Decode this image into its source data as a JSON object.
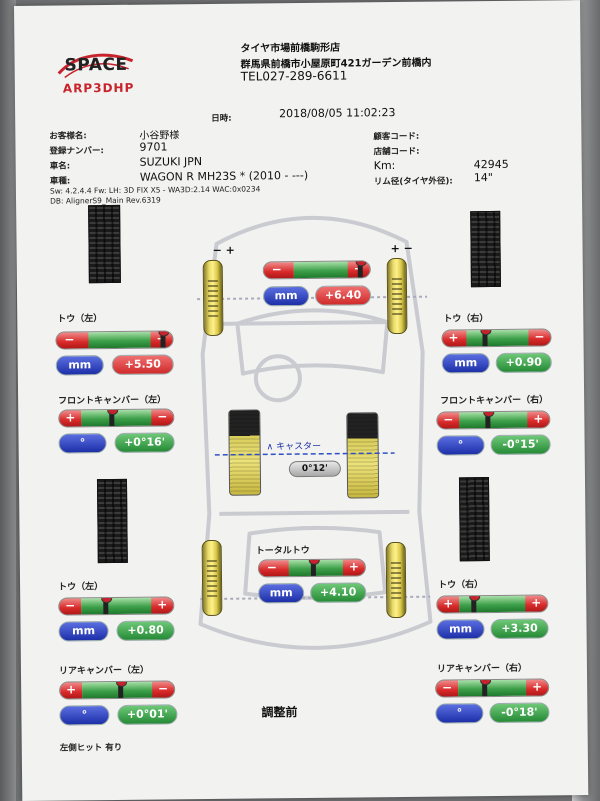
{
  "shop": {
    "logo_main": "SPACE",
    "logo_sub": "ARP3DHP",
    "name": "タイヤ市場前橋駒形店",
    "address": "群馬県前橋市小屋原町421ガーデン前橋内",
    "tel": "TEL027-289-6611"
  },
  "meta": {
    "date_label": "日時:",
    "date_value": "2018/08/05  11:02:23",
    "customer_label": "お客様名:",
    "customer_value": "小谷野様",
    "reg_label": "登録ナンバー:",
    "reg_value": "9701",
    "maker_label": "車名:",
    "maker_value": "SUZUKI JPN",
    "model_label": "車種:",
    "model_value": "WAGON R MH23S * (2010 - ---)",
    "sw_line": "Sw: 4.2.4.4  Fw: LH: 3D FIX X5 - WA3D:2.14 WAC:0x0234",
    "db_line": "DB: AlignerS9_Main Rev.6319",
    "cust_code_label": "顧客コード:",
    "store_code_label": "店舗コード:",
    "km_label": "Km:",
    "km_value": "42945",
    "rim_label": "リム径(タイヤ外径):",
    "rim_value": "14\""
  },
  "front": {
    "toe_left_label": "トウ（左）",
    "toe_left_value": "+5.50",
    "toe_right_label": "トウ（右）",
    "toe_right_value": "+0.90",
    "camber_left_label": "フロントキャンバー（左）",
    "camber_left_value": "+0°16'",
    "camber_right_label": "フロントキャンバー（右）",
    "camber_right_value": "-0°15'",
    "total_toe_value": "+6.40",
    "caster_label": "∧ キャスター",
    "caster_value": "0°12'"
  },
  "rear": {
    "toe_left_label": "トウ（左）",
    "toe_left_value": "+0.80",
    "toe_right_label": "トウ（右）",
    "toe_right_value": "+3.30",
    "total_toe_label": "トータルトウ",
    "total_toe_value": "+4.10",
    "camber_left_label": "リアキャンバー（左）",
    "camber_left_value": "+0°01'",
    "camber_right_label": "リアキャンバー（右）",
    "camber_right_value": "-0°18'"
  },
  "units": {
    "mm": "mm",
    "deg": "°"
  },
  "footer": {
    "status": "調整前",
    "note": "左側ヒット 有り"
  },
  "colors": {
    "red": "#d82a2a",
    "green": "#3ea04a",
    "blue": "#1d2fa8",
    "wheel_yellow": "#e8dc6a"
  }
}
